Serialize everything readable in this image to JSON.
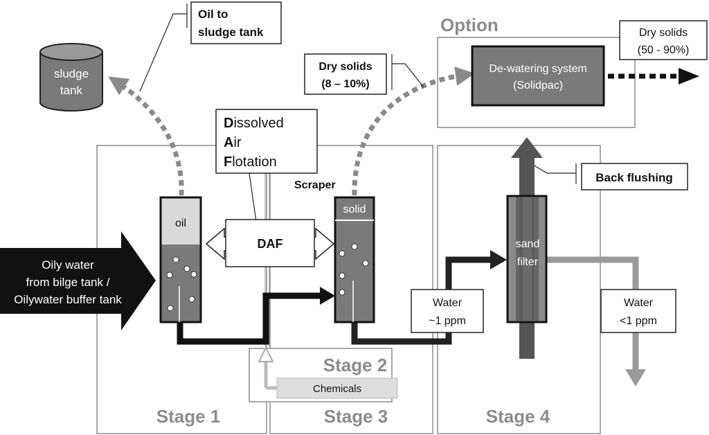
{
  "stages": {
    "stage1": "Stage 1",
    "stage2": "Stage 2",
    "stage3": "Stage 3",
    "stage4": "Stage 4",
    "option": "Option"
  },
  "sludge_tank": {
    "line1": "sludge",
    "line2": "tank"
  },
  "callouts": {
    "oil_to_sludge_line1": "Oil to",
    "oil_to_sludge_line2": "sludge tank",
    "dry_solids_low_line1": "Dry solids",
    "dry_solids_low_line2": "(8 – 10%)",
    "dry_solids_high_line1": "Dry solids",
    "dry_solids_high_line2": "(50 - 90%)",
    "back_flushing": "Back flushing",
    "scraper": "Scraper"
  },
  "daf_box": {
    "d_initial": "D",
    "d_rest": "issolved",
    "a_initial": "A",
    "a_rest": "ir",
    "f_initial": "F",
    "f_rest": "lotation"
  },
  "daf_arrow_label": "DAF",
  "vessels": {
    "oil": "oil",
    "solid": "solid",
    "sand": "sand",
    "filter": "filter"
  },
  "inlet": {
    "line1": "Oily water",
    "line2": "from bilge tank /",
    "line3": "Oilywater buffer tank"
  },
  "dewatering": {
    "line1": "De-watering system",
    "line2": "(Solidpac)"
  },
  "water_mid": {
    "line1": "Water",
    "line2": "~1 ppm"
  },
  "water_out": {
    "line1": "Water",
    "line2": "<1 ppm"
  },
  "chemicals": "Chemicals"
}
